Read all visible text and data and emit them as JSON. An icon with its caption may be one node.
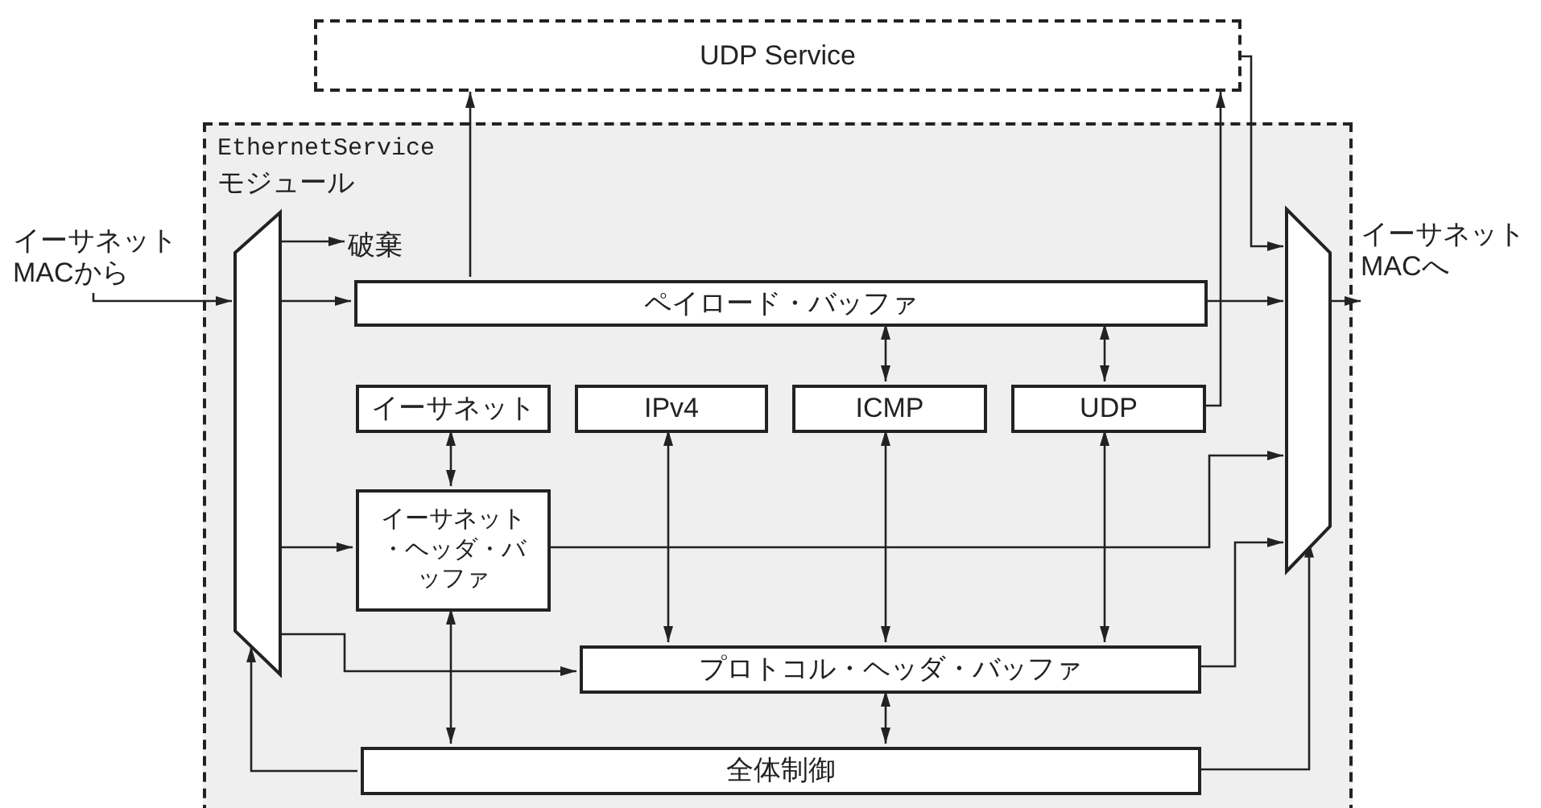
{
  "diagram": {
    "nodes": [
      {
        "text": [
          "UDP Service"
        ]
      },
      {
        "text": [
          "EthernetService",
          "モジュール"
        ]
      },
      {
        "text": [
          "イーサネットMACから"
        ]
      },
      {
        "text": [],
        "shape": "trapezoid",
        "in": 1
      },
      {
        "text": [
          "破棄"
        ],
        "in": 1
      },
      {
        "text": [
          "ペイロード・バッファ"
        ],
        "in": 1
      },
      {
        "text": [
          "イーサネット"
        ],
        "in": 1
      },
      {
        "text": [
          "IPv4"
        ],
        "in": 1
      },
      {
        "text": [
          "ICMP"
        ],
        "in": 1
      },
      {
        "text": [
          "UDP"
        ],
        "in": 1
      },
      {
        "text": [
          "イーサネット・ヘッダ・バッファ"
        ],
        "in": 1
      },
      {
        "text": [
          "プロトコル・ヘッダ・バッファ"
        ],
        "in": 1
      },
      {
        "text": [
          "全体制御"
        ],
        "in": 1
      },
      {
        "text": [],
        "shape": "trapezoid",
        "in": 1
      },
      {
        "text": [
          "イーサネットMACへ"
        ]
      }
    ],
    "edges": [
      {
        "from": 2,
        "to": 3,
        "arrow": "to"
      },
      {
        "from": 3,
        "to": 4,
        "arrow": "to"
      },
      {
        "from": 3,
        "to": 5,
        "arrow": "to"
      },
      {
        "from": 3,
        "to": 10,
        "arrow": "to"
      },
      {
        "from": 3,
        "to": 11,
        "arrow": "to"
      },
      {
        "from": 12,
        "to": 3,
        "arrow": "to"
      },
      {
        "from": 5,
        "to": 0,
        "arrow": "to"
      },
      {
        "from": 9,
        "to": 0,
        "arrow": "to"
      },
      {
        "from": 0,
        "to": 13,
        "arrow": "to"
      },
      {
        "from": 5,
        "to": 13,
        "arrow": "to"
      },
      {
        "from": 5,
        "to": 8,
        "arrow": "both"
      },
      {
        "from": 5,
        "to": 9,
        "arrow": "both"
      },
      {
        "from": 6,
        "to": 10,
        "arrow": "both"
      },
      {
        "from": 7,
        "to": 11,
        "arrow": "both"
      },
      {
        "from": 8,
        "to": 11,
        "arrow": "both"
      },
      {
        "from": 9,
        "to": 11,
        "arrow": "both"
      },
      {
        "from": 10,
        "to": 13,
        "arrow": "to"
      },
      {
        "from": 11,
        "to": 13,
        "arrow": "to"
      },
      {
        "from": 10,
        "to": 12,
        "arrow": "both"
      },
      {
        "from": 11,
        "to": 12,
        "arrow": "both"
      },
      {
        "from": 12,
        "to": 13,
        "arrow": "to"
      },
      {
        "from": 13,
        "to": 14,
        "arrow": "to"
      }
    ]
  }
}
